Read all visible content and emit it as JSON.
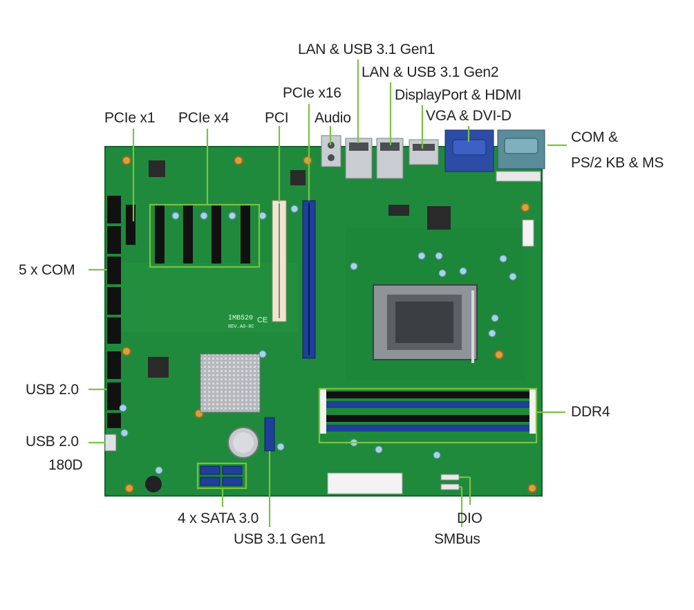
{
  "labels": {
    "lan_usb31_gen1": "LAN & USB 3.1 Gen1",
    "lan_usb31_gen2": "LAN & USB 3.1 Gen2",
    "pcie_x16": "PCIe x16",
    "displayport_hdmi": "DisplayPort & HDMI",
    "pcie_x1": "PCIe x1",
    "pcie_x4": "PCIe x4",
    "pci": "PCI",
    "audio": "Audio",
    "vga_dvi": "VGA & DVI-D",
    "com_ps2_line1": "COM &",
    "com_ps2_line2": "PS/2 KB & MS",
    "five_com": "5 x COM",
    "usb20": "USB 2.0",
    "usb20_180d_line1": "USB 2.0",
    "usb20_180d_line2": "180D",
    "ddr4": "DDR4",
    "sata": "4 x SATA 3.0",
    "usb31_gen1": "USB 3.1 Gen1",
    "dio": "DIO",
    "smbus": "SMBus"
  },
  "board": {
    "silkscreen_model": "IMB520",
    "silkscreen_rev": "REV.A0-RC",
    "silkscreen_ce": "CE"
  },
  "colors": {
    "pcb": "#1f8a3c",
    "pcb_dark": "#176b2e",
    "callout": "#7cc242",
    "slot_black": "#111111",
    "slot_blue": "#1f3f9a",
    "slot_white": "#efe6d2",
    "heatsink": "#b9bcbf",
    "port_metal": "#c9ccd0",
    "vga_blue": "#2c4ca6",
    "com_teal": "#5a8c99",
    "cap_blue": "#a7d3ea"
  },
  "icons": {
    "cpu_socket": "lga-socket-icon",
    "battery": "coin-battery-icon",
    "buzzer": "buzzer-icon"
  }
}
